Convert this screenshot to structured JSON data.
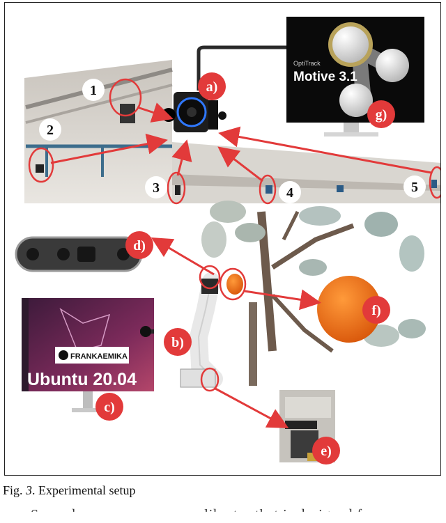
{
  "figure": {
    "numbered_labels": [
      "1",
      "2",
      "3",
      "4",
      "5"
    ],
    "letter_labels": [
      "a)",
      "b)",
      "c)",
      "d)",
      "e)",
      "f)",
      "g)"
    ],
    "monitor_top": {
      "brand": "OptiTrack",
      "product": "Motive 3.1"
    },
    "monitor_bottom": {
      "brand": "FRANKAEMIKA",
      "os": "Ubuntu 20.04"
    }
  },
  "caption": {
    "prefix": "Fig. ",
    "number": "3",
    "text": ". Experimental setup"
  },
  "trailing_text": "Second, we use a camera calibrator that is designed for"
}
